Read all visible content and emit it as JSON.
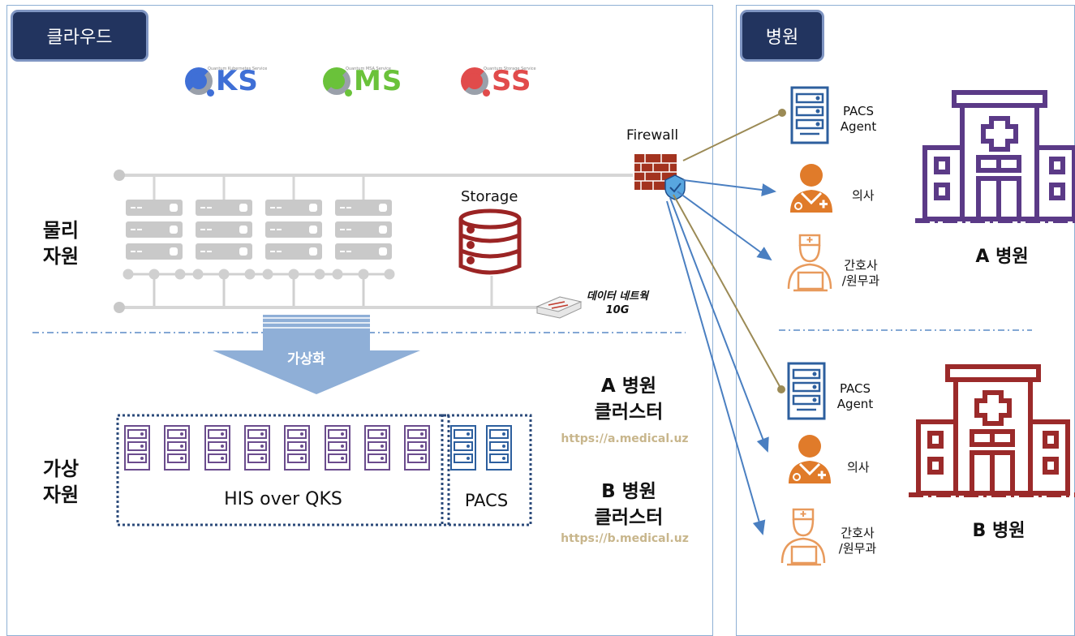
{
  "cloud": {
    "tag": "클라우드",
    "logos": [
      {
        "prefix": "Q",
        "rest": "KS",
        "subtitle": "Quantum Kubernetes Service",
        "color": "#3f6fd6"
      },
      {
        "prefix": "Q",
        "rest": "MS",
        "subtitle": "Quantum MSA Service",
        "color": "#6ac23a"
      },
      {
        "prefix": "Q",
        "rest": "SS",
        "subtitle": "Quantum Storage Service",
        "color": "#e14b4b"
      }
    ],
    "physical_label_1": "물리",
    "physical_label_2": "자원",
    "storage_label": "Storage",
    "firewall_label": "Firewall",
    "network_label_1": "데이터 네트웍",
    "network_label_2": "10G",
    "virtualization_label": "가상화",
    "virtual_label_1": "가상",
    "virtual_label_2": "자원",
    "his_label": "HIS over QKS",
    "pacs_label": "PACS",
    "cluster_a_1": "A 병원",
    "cluster_a_2": "클러스터",
    "cluster_a_url": "https://a.medical.uz",
    "cluster_b_1": "B 병원",
    "cluster_b_2": "클러스터",
    "cluster_b_url": "https://b.medical.uz"
  },
  "hospital": {
    "tag": "병원",
    "a": {
      "pacs_1": "PACS",
      "pacs_2": "Agent",
      "doctor": "의사",
      "nurse_1": "간호사",
      "nurse_2": "/원무과",
      "name": "A 병원",
      "color": "#5b3a87"
    },
    "b": {
      "pacs_1": "PACS",
      "pacs_2": "Agent",
      "doctor": "의사",
      "nurse_1": "간호사",
      "nurse_2": "/원무과",
      "name": "B 병원",
      "color": "#9b2a2a"
    }
  },
  "colors": {
    "tag_bg": "#22345f",
    "server_gray": "#c8c8c8",
    "his_purple": "#6b4c8d",
    "pacs_blue": "#2d5f9e",
    "storage_red": "#9b2424",
    "arrow_blue": "#4a7fc1",
    "arrow_olive": "#9b8a55",
    "person_orange": "#e07b2a",
    "url_tan": "#c8b68c"
  }
}
